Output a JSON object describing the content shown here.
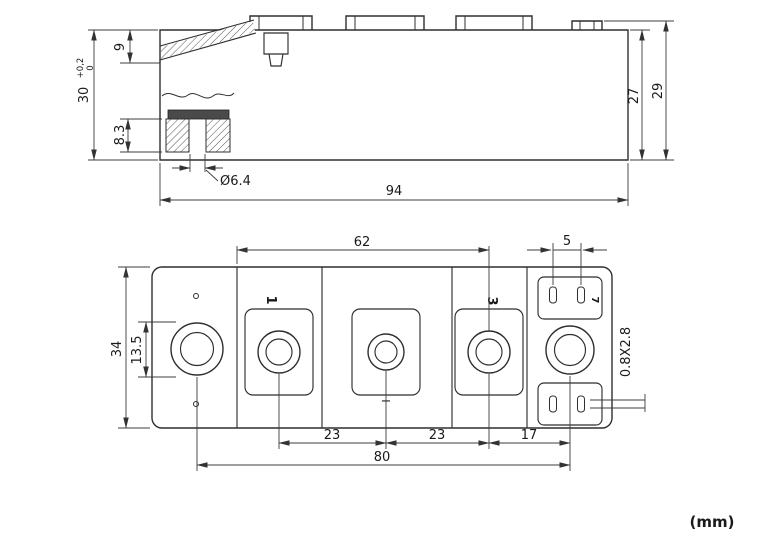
{
  "unit_label": "(mm)",
  "side_view": {
    "dim_9": "9",
    "dim_30": "30",
    "dim_30_tol_upper": "+0,2",
    "dim_30_tol_lower": "0",
    "dim_8_3": "8.3",
    "dim_hole_dia": "Ø6.4",
    "dim_94": "94",
    "dim_27": "27",
    "dim_29": "29"
  },
  "plan_view": {
    "dim_62": "62",
    "dim_5": "5",
    "dim_34": "34",
    "dim_13_5": "13.5",
    "dim_slot": "0.8X2.8",
    "dim_23_left": "23",
    "dim_23_right": "23",
    "dim_17": "17",
    "dim_80": "80",
    "pad_label_1": "1",
    "pad_label_3": "3",
    "terminal_label_7": "7",
    "minus_mark": "−"
  }
}
